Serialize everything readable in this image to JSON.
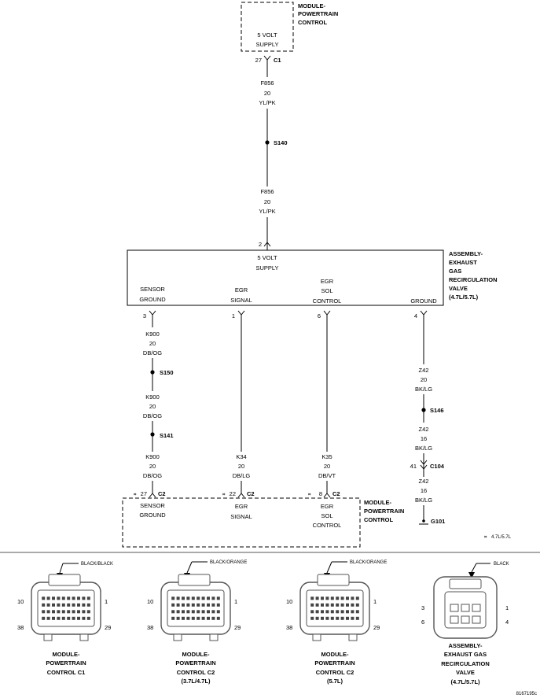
{
  "pcm_top": {
    "label": [
      "MODULE-",
      "POWERTRAIN",
      "CONTROL"
    ],
    "pin_name": [
      "5 VOLT",
      "SUPPLY"
    ],
    "pin": "27",
    "connector": "C1"
  },
  "wire_f856_a": [
    "F856",
    "20",
    "YL/PK"
  ],
  "splice_s140": "S140",
  "wire_f856_b": [
    "F856",
    "20",
    "YL/PK"
  ],
  "egr_pin_top": "2",
  "egr_assembly": {
    "label": [
      "ASSEMBLY-",
      "EXHAUST",
      "GAS",
      "RECIRCULATION",
      "VALVE",
      "(4.7L/5.7L)"
    ],
    "supply": [
      "5 VOLT",
      "SUPPLY"
    ],
    "sensor_ground": [
      "SENSOR",
      "GROUND"
    ],
    "egr_signal": [
      "EGR",
      "SIGNAL"
    ],
    "egr_sol_control": [
      "EGR",
      "SOL",
      "CONTROL"
    ],
    "ground": "GROUND",
    "pins": [
      "3",
      "1",
      "6",
      "4"
    ]
  },
  "col1": {
    "wire_a": [
      "K900",
      "20",
      "DB/OG"
    ],
    "splice_a": "S150",
    "wire_b": [
      "K900",
      "20",
      "DB/OG"
    ],
    "splice_b": "S141",
    "wire_c": [
      "K900",
      "20",
      "DB/OG"
    ],
    "pin": "27",
    "connector": "C2"
  },
  "col2": {
    "wire": [
      "K34",
      "20",
      "DB/LG"
    ],
    "pin": "22",
    "connector": "C2"
  },
  "col3": {
    "wire": [
      "K35",
      "20",
      "DB/VT"
    ],
    "pin": "8",
    "connector": "C2"
  },
  "col4": {
    "wire_a": [
      "Z42",
      "20",
      "BK/LG"
    ],
    "splice": "S146",
    "wire_b": [
      "Z42",
      "16",
      "BK/LG"
    ],
    "inline_pin": "41",
    "inline_connector": "C104",
    "wire_c": [
      "Z42",
      "16",
      "BK/LG"
    ],
    "ground": "G101"
  },
  "pcm_bottom": {
    "label": [
      "MODULE-",
      "POWERTRAIN",
      "CONTROL"
    ],
    "sensor_ground": [
      "SENSOR",
      "GROUND"
    ],
    "egr_signal": [
      "EGR",
      "SIGNAL"
    ],
    "egr_sol_control": [
      "EGR",
      "SOL",
      "CONTROL"
    ]
  },
  "hash_symbol": "⌗",
  "engine_note": "4.7L/5.7L",
  "connector_views": [
    {
      "color": "BLACK/BLACK",
      "pins": [
        "10",
        "1",
        "38",
        "29"
      ],
      "caption": [
        "MODULE-",
        "POWERTRAIN",
        "CONTROL C1"
      ]
    },
    {
      "color": "BLACK/ORANGE",
      "pins": [
        "10",
        "1",
        "38",
        "29"
      ],
      "caption": [
        "MODULE-",
        "POWERTRAIN",
        "CONTROL C2",
        "(3.7L/4.7L)"
      ]
    },
    {
      "color": "BLACK/ORANGE",
      "pins": [
        "10",
        "1",
        "38",
        "29"
      ],
      "caption": [
        "MODULE-",
        "POWERTRAIN",
        "CONTROL C2",
        "(5.7L)"
      ]
    },
    {
      "color": "BLACK",
      "pins": [
        "3",
        "1",
        "6",
        "4"
      ],
      "caption": [
        "ASSEMBLY-",
        "EXHAUST GAS",
        "RECIRCULATION",
        "VALVE",
        "(4.7L/5.7L)"
      ]
    }
  ],
  "figure_id": "8167195c"
}
